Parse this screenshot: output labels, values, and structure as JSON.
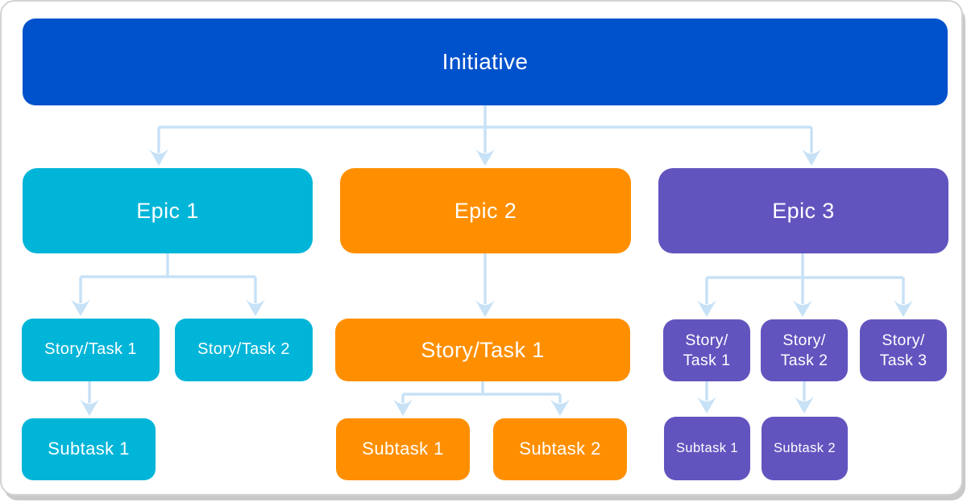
{
  "palette": {
    "initiative": "#0052CC",
    "epic1": "#00B5D8",
    "epic2": "#FF8F00",
    "epic3": "#6254BF",
    "connector": "#C7E1F6",
    "text": "#FFFFFF",
    "card_background": "#FFFFFF",
    "card_border": "#D3D3D3"
  },
  "tree": {
    "initiative": {
      "label": "Initiative"
    },
    "branches": [
      {
        "name": "epic-1",
        "epic": {
          "label": "Epic 1"
        },
        "stories": [
          {
            "label": "Story/Task 1"
          },
          {
            "label": "Story/Task 2"
          }
        ],
        "subtasks": [
          {
            "label": "Subtask 1"
          }
        ]
      },
      {
        "name": "epic-2",
        "epic": {
          "label": "Epic 2"
        },
        "stories": [
          {
            "label": "Story/Task 1"
          }
        ],
        "subtasks": [
          {
            "label": "Subtask 1"
          },
          {
            "label": "Subtask 2"
          }
        ]
      },
      {
        "name": "epic-3",
        "epic": {
          "label": "Epic 3"
        },
        "stories": [
          {
            "label": "Story/",
            "label2": "Task 1"
          },
          {
            "label": "Story/",
            "label2": "Task 2"
          },
          {
            "label": "Story/",
            "label2": "Task 3"
          }
        ],
        "subtasks": [
          {
            "label": "Subtask 1"
          },
          {
            "label": "Subtask 2"
          }
        ]
      }
    ]
  }
}
